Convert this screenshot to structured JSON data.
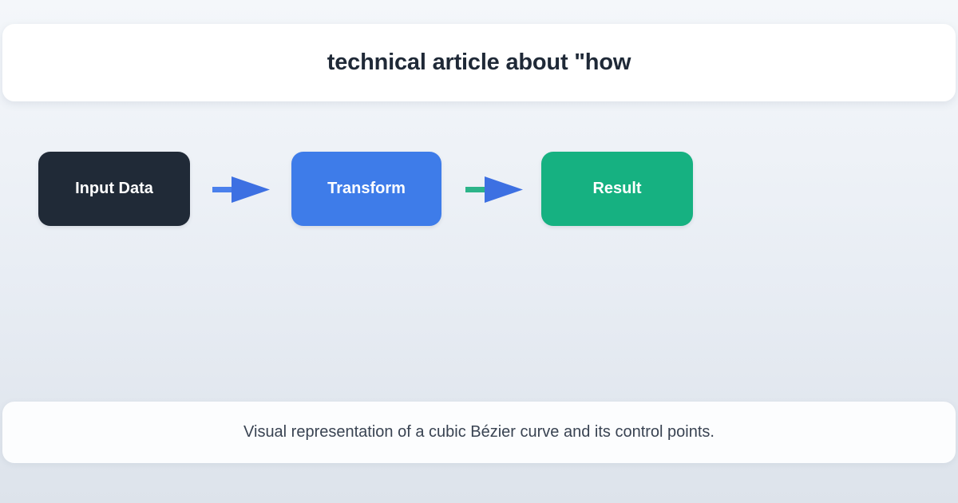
{
  "header": {
    "title": "technical article about \"how"
  },
  "diagram": {
    "nodes": [
      {
        "id": "input",
        "label": "Input Data",
        "bg": "#202a37",
        "text_color": "#ffffff"
      },
      {
        "id": "transform",
        "label": "Transform",
        "bg": "#3e7ce9",
        "text_color": "#ffffff"
      },
      {
        "id": "result",
        "label": "Result",
        "bg": "#16b181",
        "text_color": "#ffffff"
      }
    ],
    "arrows": [
      {
        "from": "input",
        "to": "transform",
        "tail_color": "#4a80ec",
        "head_color": "#3d70e2"
      },
      {
        "from": "transform",
        "to": "result",
        "tail_color": "#2cb489",
        "head_color": "#3d70e2"
      }
    ]
  },
  "footer": {
    "caption": "Visual representation of a cubic Bézier curve and its control points."
  },
  "colors": {
    "background_top": "#f4f7fa",
    "background_bottom": "#dde3eb",
    "card_background": "#ffffff",
    "title_text": "#1f2937",
    "caption_text": "#394352"
  }
}
